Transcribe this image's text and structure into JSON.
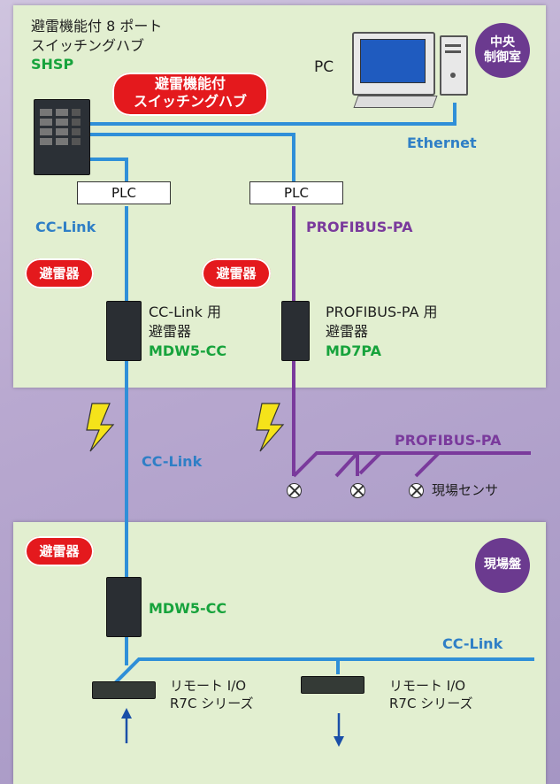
{
  "switch_hub": {
    "title_line1": "避雷機能付 8 ポート",
    "title_line2": "スイッチングハブ",
    "model": "SHSP"
  },
  "callout_hub": {
    "line1": "避雷機能付",
    "line2": "スイッチングハブ"
  },
  "pc_label": "PC",
  "central_room": {
    "line1": "中央",
    "line2": "制御室"
  },
  "ethernet_label": "Ethernet",
  "plc_left": "PLC",
  "plc_right": "PLC",
  "cclink_label_top": "CC-Link",
  "profibus_label_top": "PROFIBUS-PA",
  "arrester_bubble": "避雷器",
  "cc_arrester": {
    "line1": "CC-Link 用",
    "line2": "避雷器",
    "model": "MDW5-CC"
  },
  "pa_arrester": {
    "line1": "PROFIBUS-PA 用",
    "line2": "避雷器",
    "model": "MD7PA"
  },
  "cclink_label_mid": "CC-Link",
  "profibus_label_mid": "PROFIBUS-PA",
  "field_sensor": "現場センサ",
  "field_panel": "現場盤",
  "bottom_arrester_model": "MDW5-CC",
  "cclink_label_bottom": "CC-Link",
  "remote_io_left": {
    "line1": "リモート I/O",
    "line2": "R7C シリーズ"
  },
  "remote_io_right": {
    "line1": "リモート I/O",
    "line2": "R7C シリーズ"
  },
  "colors": {
    "cclink_wire": "#2f8fd8",
    "profibus_wire": "#7a3a9c",
    "callout": "#e4191d",
    "badge": "#6b3a8f",
    "panel": "#e2efd0"
  }
}
